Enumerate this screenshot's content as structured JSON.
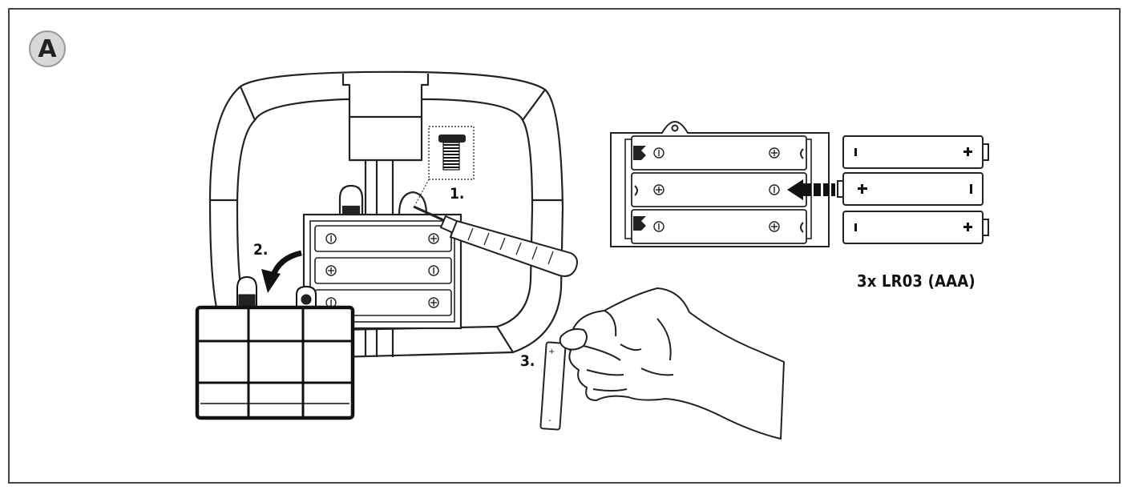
{
  "panel": {
    "letter": "A"
  },
  "steps": [
    {
      "label": "1."
    },
    {
      "label": "2."
    },
    {
      "label": "3."
    }
  ],
  "battery": {
    "spec": "3x LR03 (AAA)",
    "count": 3
  }
}
